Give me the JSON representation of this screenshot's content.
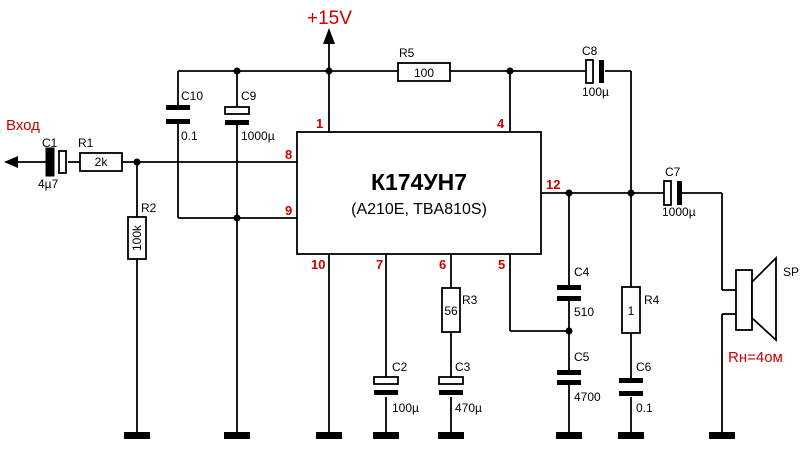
{
  "supply_label": "+15V",
  "input_label": "Вход",
  "load_label": "Rн=4ом",
  "ic": {
    "title": "К174УН7",
    "subtitle": "(A210E, TBA810S)"
  },
  "pins": {
    "p1": "1",
    "p4": "4",
    "p8": "8",
    "p9": "9",
    "p12": "12",
    "p10": "10",
    "p7": "7",
    "p6": "6",
    "p5": "5"
  },
  "components": {
    "C1": {
      "name": "C1",
      "value": "4µ7"
    },
    "R1": {
      "name": "R1",
      "value": "2k"
    },
    "R2": {
      "name": "R2",
      "value": "100k"
    },
    "C10": {
      "name": "C10",
      "value": "0.1"
    },
    "C9": {
      "name": "C9",
      "value": "1000µ"
    },
    "R5": {
      "name": "R5",
      "value": "100"
    },
    "C8": {
      "name": "C8",
      "value": "100µ"
    },
    "C7": {
      "name": "C7",
      "value": "1000µ"
    },
    "SP": {
      "name": "SP"
    },
    "C2": {
      "name": "C2",
      "value": "100µ"
    },
    "R3": {
      "name": "R3",
      "value": "56"
    },
    "C3": {
      "name": "C3",
      "value": "470µ"
    },
    "C4": {
      "name": "C4",
      "value": "510"
    },
    "C5": {
      "name": "C5",
      "value": "4700"
    },
    "R4": {
      "name": "R4",
      "value": "1"
    },
    "C6": {
      "name": "C6",
      "value": "0.1"
    }
  },
  "colors": {
    "accent": "#cc0000",
    "line": "#000000",
    "background": "#ffffff"
  }
}
